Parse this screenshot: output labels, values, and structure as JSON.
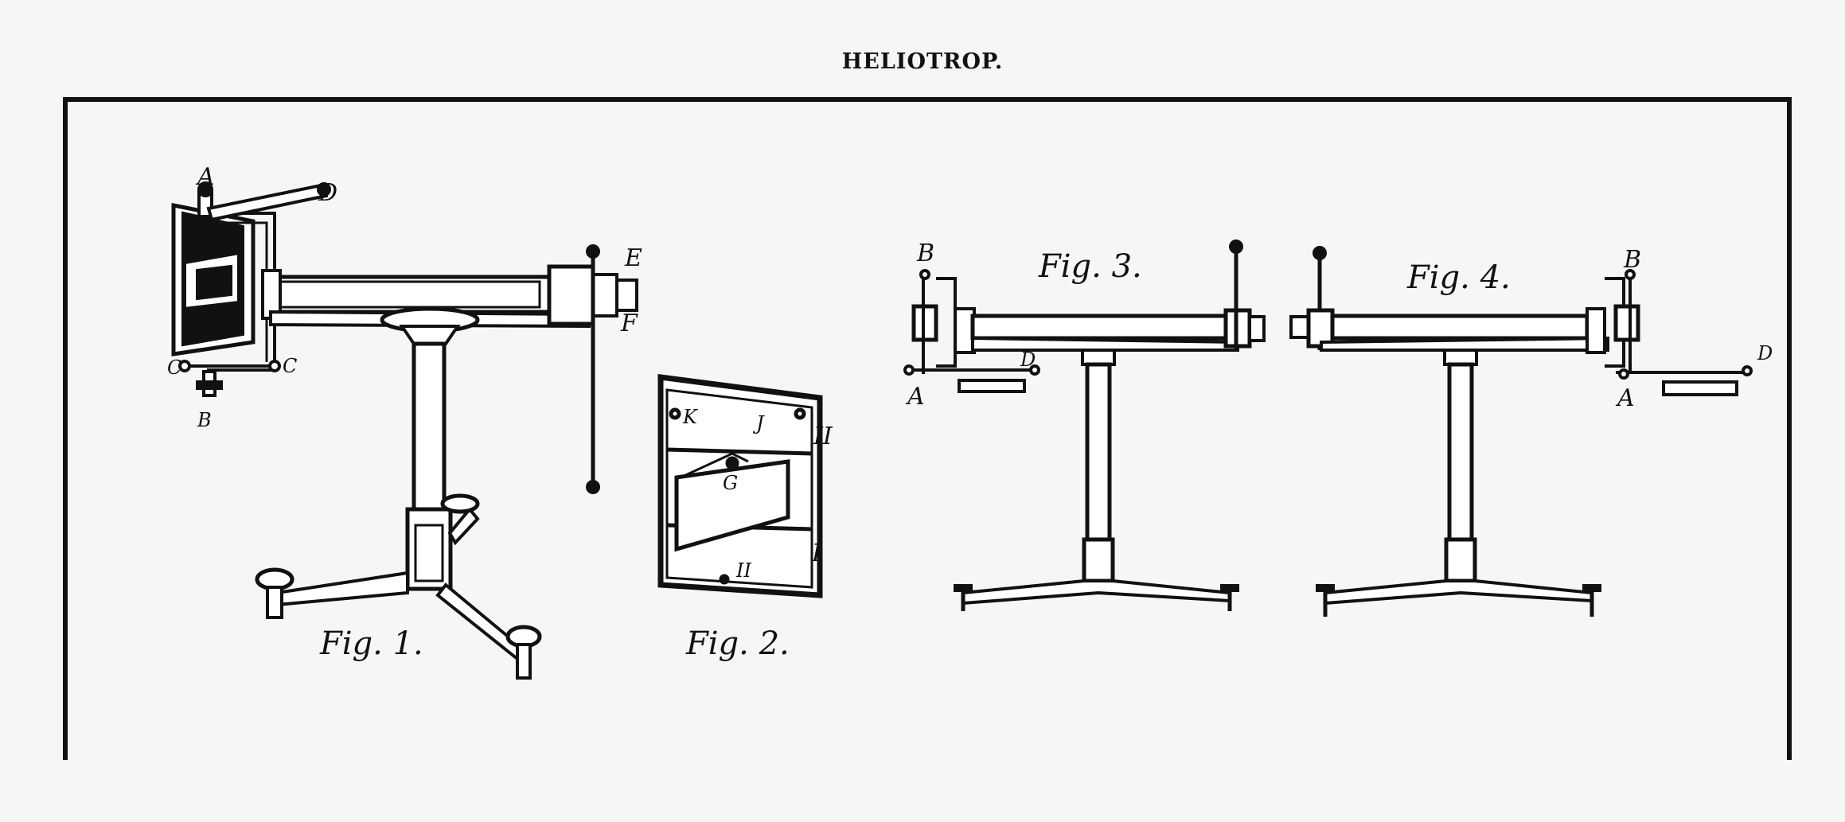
{
  "title": "HELIOTROP.",
  "figures": {
    "fig1": {
      "caption": "Fig. 1.",
      "labels": {
        "A": "A",
        "D": "D",
        "E": "E",
        "F": "F",
        "C_left": "C",
        "C_right": "C",
        "B": "B"
      }
    },
    "fig2": {
      "caption": "Fig. 2.",
      "labels": {
        "K": "K",
        "J": "J",
        "II_right": "II",
        "G": "G",
        "I": "I",
        "II_bottom": "II"
      }
    },
    "fig3": {
      "caption": "Fig. 3.",
      "labels": {
        "B": "B",
        "A": "A",
        "D": "D"
      }
    },
    "fig4": {
      "caption": "Fig. 4.",
      "labels": {
        "B": "B",
        "A": "A",
        "D": "D"
      }
    }
  }
}
